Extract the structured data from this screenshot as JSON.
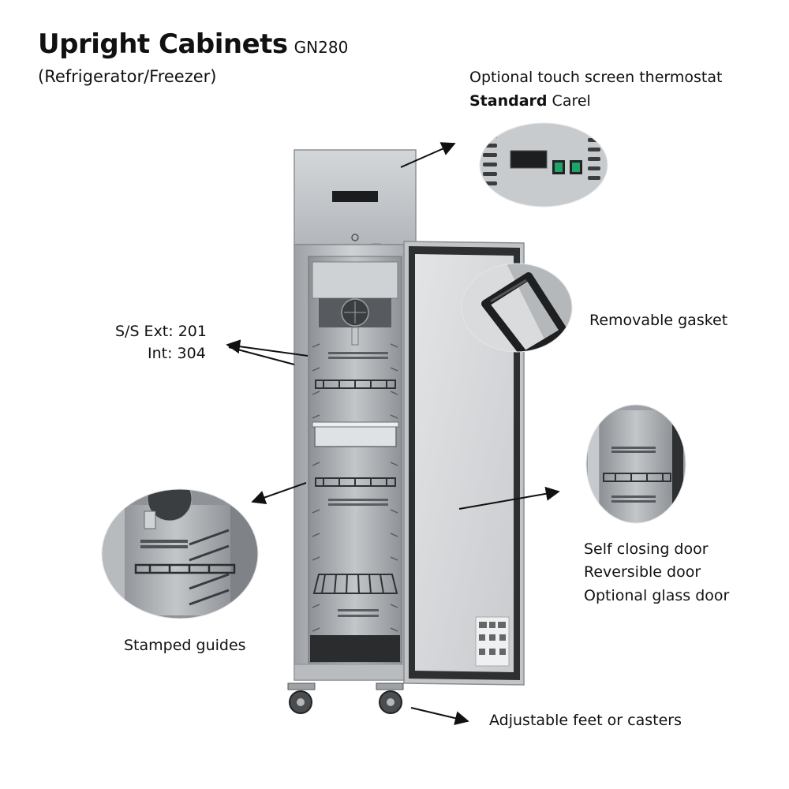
{
  "title": {
    "main": "Upright Cabinets",
    "model": "GN280",
    "subtitle": "(Refrigerator/Freezer)"
  },
  "callouts": {
    "thermostat_line1": "Optional touch screen thermostat",
    "thermostat_bold": "Standard",
    "thermostat_rest": " Carel",
    "gasket": "Removable gasket",
    "steel_ext": "S/S  Ext: 201",
    "steel_int": "Int: 304",
    "door_1": "Self closing door",
    "door_2": "Reversible door",
    "door_3": "Optional glass door",
    "guides": "Stamped guides",
    "feet": "Adjustable feet or casters"
  },
  "colors": {
    "steel": "#bfc2c5",
    "steel_dark": "#8e9296",
    "gasket": "#2d2f31",
    "door_panel": "#d3d5d7",
    "arrow": "#111111"
  },
  "icons": [
    "power-switch-icon",
    "caster-wheel-icon",
    "evaporator-fan-icon"
  ]
}
